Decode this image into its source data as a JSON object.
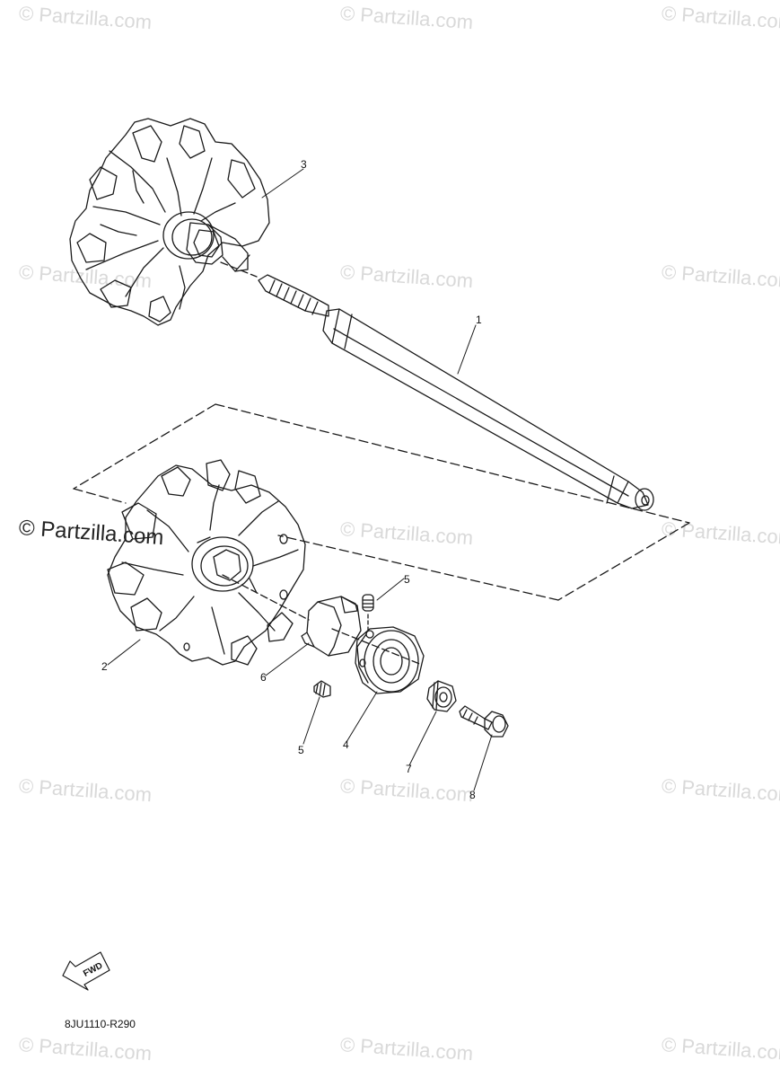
{
  "watermark": {
    "text": "© Partzilla.com"
  },
  "callouts": {
    "c1": "1",
    "c2": "2",
    "c3": "3",
    "c4": "4",
    "c5a": "5",
    "c5b": "5",
    "c6": "6",
    "c7": "7",
    "c8": "8"
  },
  "fwd_label": "FWD",
  "diagram_code": "8JU1110-R290",
  "colors": {
    "line": "#1a1a1a",
    "watermark": "#d9d9d9"
  }
}
